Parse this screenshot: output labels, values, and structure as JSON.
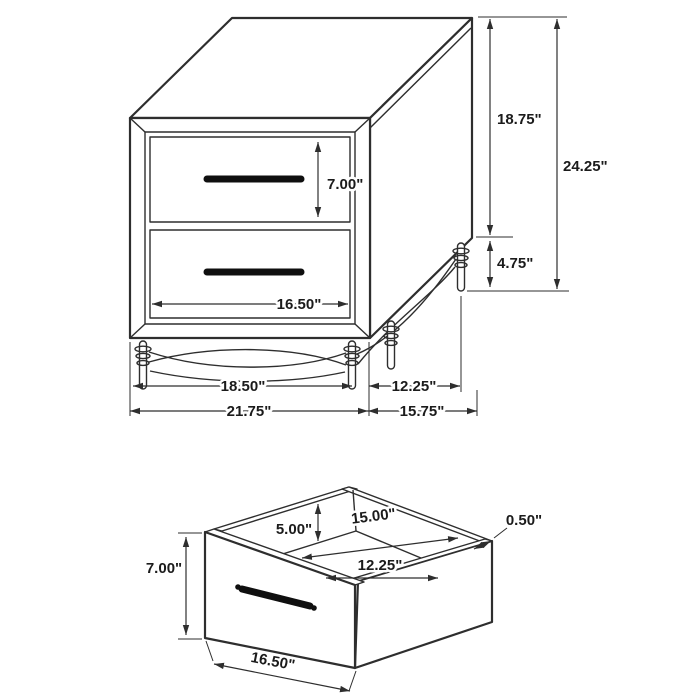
{
  "colors": {
    "line": "#2e2e2e",
    "text": "#1b1b1b",
    "background": "#ffffff",
    "handle": "#0f0f0f"
  },
  "nightstand": {
    "dims": {
      "drawer_front_height": "7.00\"",
      "drawer_front_width": "16.50\"",
      "front_leg_spacing": "18.50\"",
      "side_leg_spacing": "12.25\"",
      "overall_width": "21.75\"",
      "overall_depth": "15.75\"",
      "case_height": "18.75\"",
      "overall_height": "24.25\"",
      "leg_height": "4.75\""
    }
  },
  "drawer": {
    "dims": {
      "interior_width": "15.00\"",
      "wall_thickness": "0.50\"",
      "interior_height": "5.00\"",
      "interior_depth": "12.25\"",
      "front_height": "7.00\"",
      "front_width": "16.50\""
    }
  }
}
